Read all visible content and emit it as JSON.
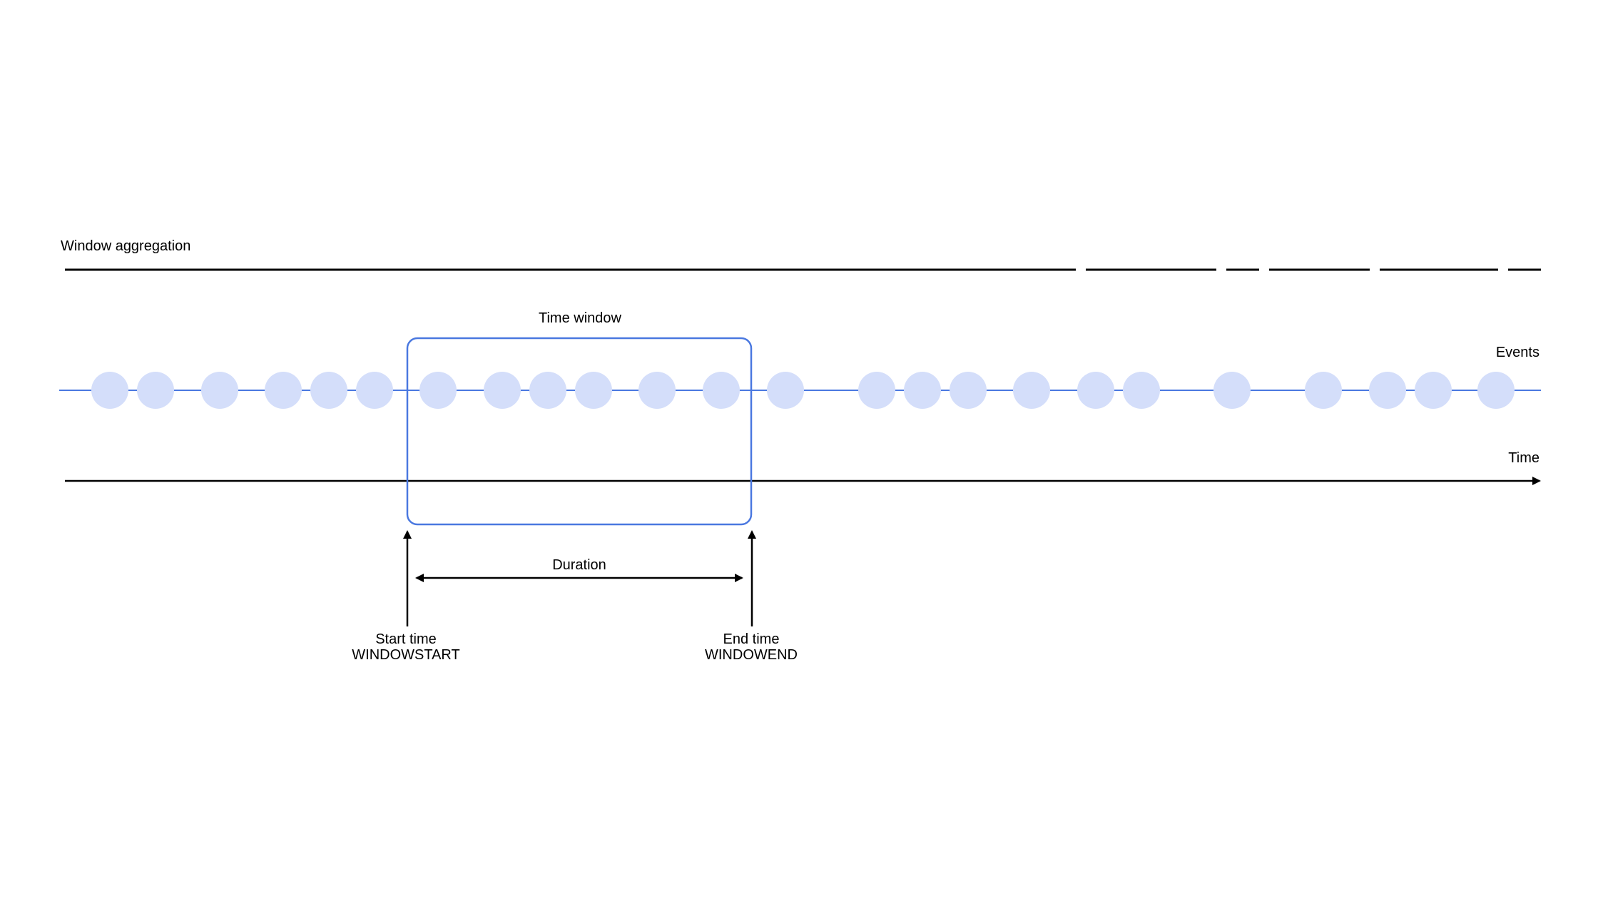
{
  "labels": {
    "aggregation": "Window aggregation",
    "time_window": "Time window",
    "events": "Events",
    "time": "Time",
    "duration": "Duration",
    "start_time": "Start time",
    "start_keyword": "WINDOWSTART",
    "end_time": "End time",
    "end_keyword": "WINDOWEND"
  },
  "colors": {
    "event_line": "#4a78e0",
    "event_dot": "#d4defa",
    "window_box": "#4a78e0",
    "axis": "#000000"
  }
}
